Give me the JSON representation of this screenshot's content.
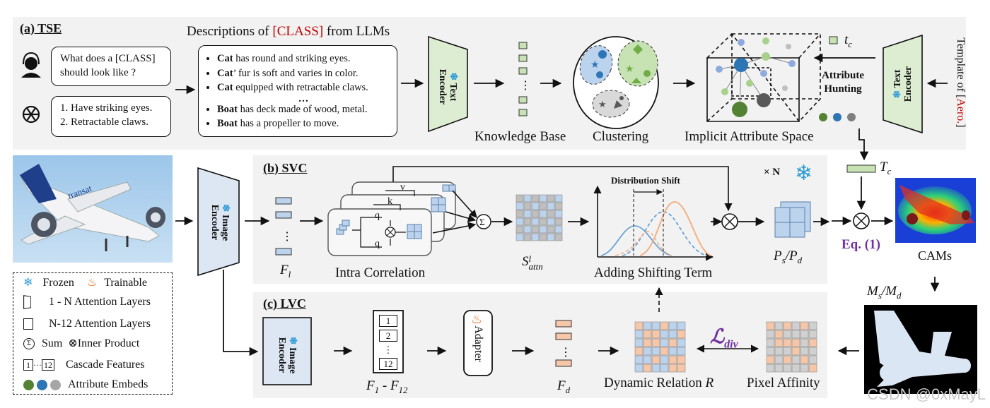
{
  "tse": {
    "title": "(a) TSE",
    "desc_heading_pre": "Descriptions of ",
    "desc_heading_class": "[CLASS]",
    "desc_heading_post": " from LLMs",
    "question": "What does a [CLASS] should look like ?",
    "answer_1": "1. Have striking eyes.",
    "answer_2": "2. Retractable claws.",
    "descriptions": [
      {
        "bold": "Cat",
        "rest": " has round and striking eyes."
      },
      {
        "bold": "Cat",
        "rest": "’ fur is soft and varies in color."
      },
      {
        "bold": "Cat",
        "rest": " equipped with retractable claws."
      },
      {
        "bold": "Boat",
        "rest": " has deck made of wood, metal."
      },
      {
        "bold": "Boat",
        "rest": " has a propeller to move."
      }
    ],
    "desc_ellipsis": "…",
    "text_encoder": "Text Encoder",
    "knowledge_base": "Knowledge Base",
    "clustering": "Clustering",
    "implicit_space": "Implicit Attribute Space",
    "attribute_hunting": "Attribute Hunting",
    "tc_small": "t",
    "tc_sub": "c",
    "template_pre": "Template of [",
    "template_class": "Aero.",
    "template_post": "]",
    "text_encoder_right": "Text Encoder"
  },
  "svc": {
    "title": "(b) SVC",
    "image_encoder": "Image Encoder",
    "fl": "F",
    "fl_sub": "l",
    "intra_correlation": "Intra Correlation",
    "q_label": "q",
    "k_label": "k",
    "v_label": "v",
    "s_attn": "S",
    "s_attn_sup": "l",
    "s_attn_sub": "attn",
    "distribution_shift": "Distribution Shift",
    "adding_shifting": "Adding Shifting Term",
    "times_n": "× N",
    "ps_pd": "P",
    "ps_sub": "s",
    "pd_sub": "d",
    "slash": "/",
    "Tc": "T",
    "Tc_sub": "c",
    "eq": "Eq. (1)",
    "cams": "CAMs",
    "ms_md": "M",
    "ms_sub": "s",
    "md_sub": "d"
  },
  "lvc": {
    "title": "(c) LVC",
    "image_encoder": "Image Encoder",
    "cascade_items": [
      "1",
      "2",
      "⋮",
      "12"
    ],
    "f1_f12": "F",
    "f1_sub": "1",
    "dash": " - ",
    "f12_sub": "12",
    "adapter": "Adapter",
    "fd": "F",
    "fd_sub": "d",
    "dynamic_relation": "Dynamic Relation ",
    "dynamic_R": "R",
    "l_div": "ℒ",
    "l_div_sub": "div",
    "pixel_affinity": "Pixel Affinity"
  },
  "legend": {
    "frozen": "Frozen",
    "trainable": "Trainable",
    "attn_1n": "1 - N Attention Layers",
    "attn_n12": "N-12 Attention Layers",
    "sum": "Sum",
    "inner": "Inner Product",
    "cascade": "Cascade Features",
    "cascade_a": "1",
    "cascade_b": "12",
    "attr_embeds": "Attribute Embeds"
  },
  "watermark": "CSDN @0xMayL",
  "colors": {
    "panel": "#f2f2f2",
    "text_encoder": "#dcedd2",
    "image_encoder": "#dde6f3",
    "blue_cube": "#bcd3ee",
    "green_cube": "#c7e3b4",
    "orange_cube": "#f6c6a8",
    "red_class": "#c00000",
    "eq_purple": "#7030a0",
    "blue_curve": "#5b9bd5",
    "orange_curve": "#f4b183"
  }
}
